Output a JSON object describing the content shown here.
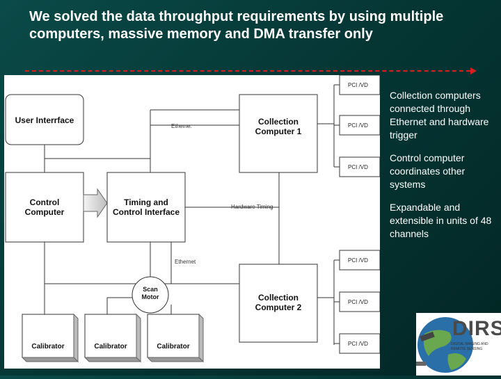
{
  "title": "We solved the data throughput requirements by using multiple computers, massive memory and DMA transfer only",
  "diagram": {
    "user_interface": "User Interrface",
    "control_computer": "Control Computer",
    "timing_control": "Timing and Control Interface",
    "collection_1": "Collection Computer 1",
    "collection_2": "Collection Computer 2",
    "scan_motor": "Scan Motor",
    "calibrator": "Calibrator",
    "ethernet_top": "Etheme:",
    "ethernet_bottom": "Ethernet",
    "hardware_timing": "Hardware Timing",
    "pci": "PCI /VD"
  },
  "bullets": [
    "Collection computers connected through Ethernet and hardware trigger",
    "Control computer coordinates other systems",
    "Expandable and extensible in units of 48 channels"
  ],
  "logo": {
    "text": "DIRS",
    "tagline": "DIGITAL IMAGING AND REMOTE SENSING"
  },
  "colors": {
    "background": "#053735",
    "arrow": "#d81e1e",
    "text": "#ffffff"
  }
}
